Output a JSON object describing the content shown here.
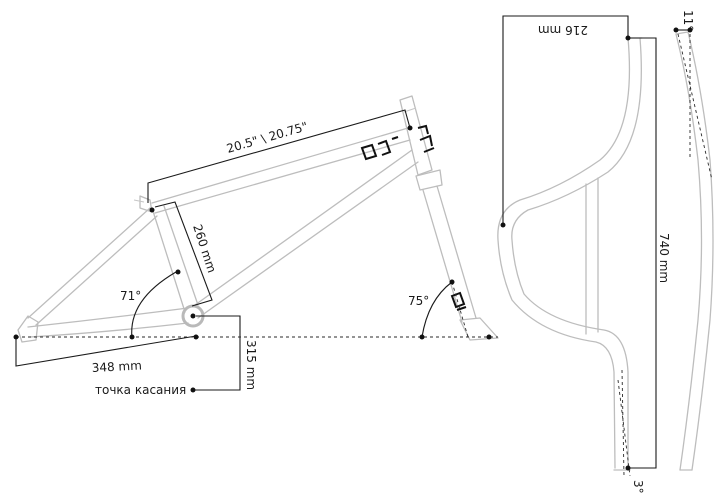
{
  "labels": {
    "top_tube": "20.5\" \\ 20.75\"",
    "seat_tube": "260 mm",
    "seat_angle": "71°",
    "chainstay": "348 mm",
    "bb_height": "315 mm",
    "contact_point": "точка касания",
    "head_angle": "75°",
    "bar_width": "216 mm",
    "bar_height": "740 mm",
    "upsweep": "11°",
    "backsweep": "3°"
  },
  "colors": {
    "frame": "#bdbdbd",
    "dimension": "#1a1a1a"
  }
}
